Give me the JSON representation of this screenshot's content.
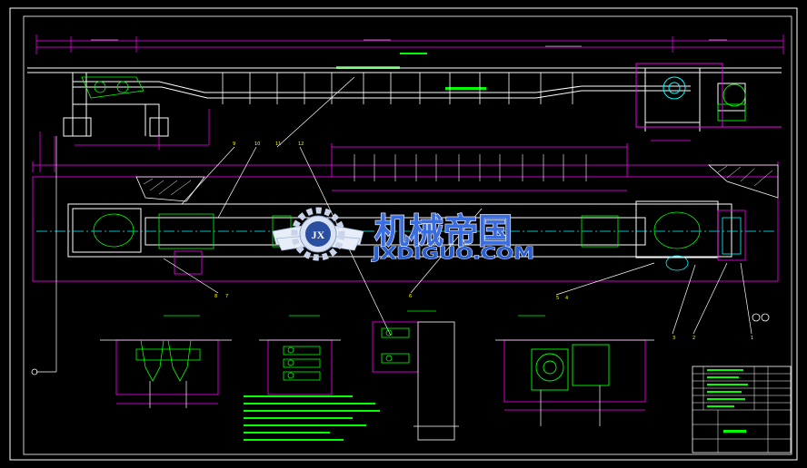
{
  "watermark": {
    "brand_cn": "机械帝国",
    "brand_en": "JXDIGUO.COM",
    "logo_letters": "JX"
  },
  "colors": {
    "background": "#000000",
    "frame": "#ffffff",
    "outline_magenta": "#ff00ff",
    "structure_white": "#ffffff",
    "centerline_cyan": "#00ffff",
    "detail_green": "#00ff00",
    "balloon_yellow": "#ffff00",
    "watermark_blue": "#2a5fd0"
  },
  "balloons": {
    "top_left": [
      "9",
      "10",
      "11",
      "12"
    ],
    "mid_left": [
      "8",
      "7",
      "6"
    ],
    "mid_right": [
      "5",
      "4",
      "3",
      "2",
      "1"
    ]
  },
  "icons": [
    "gear-logo-icon",
    "wing-icon"
  ]
}
